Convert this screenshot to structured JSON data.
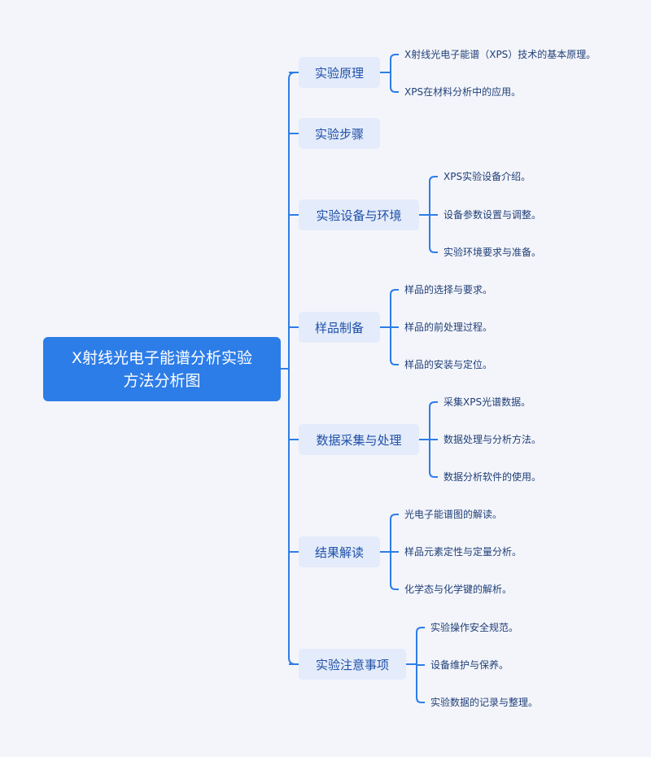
{
  "root": {
    "line1": "X射线光电子能谱分析实验",
    "line2": "方法分析图"
  },
  "branches": [
    {
      "label": "实验原理",
      "children": [
        "X射线光电子能谱（XPS）技术的基本原理。",
        "XPS在材料分析中的应用。"
      ]
    },
    {
      "label": "实验步骤",
      "children": []
    },
    {
      "label": "实验设备与环境",
      "children": [
        "XPS实验设备介绍。",
        "设备参数设置与调整。",
        "实验环境要求与准备。"
      ]
    },
    {
      "label": "样品制备",
      "children": [
        "样品的选择与要求。",
        "样品的前处理过程。",
        "样品的安装与定位。"
      ]
    },
    {
      "label": "数据采集与处理",
      "children": [
        "采集XPS光谱数据。",
        "数据处理与分析方法。",
        "数据分析软件的使用。"
      ]
    },
    {
      "label": "结果解读",
      "children": [
        "光电子能谱图的解读。",
        "样品元素定性与定量分析。",
        "化学态与化学键的解析。"
      ]
    },
    {
      "label": "实验注意事项",
      "children": [
        "实验操作安全规范。",
        "设备维护与保养。",
        "实验数据的记录与整理。"
      ]
    }
  ],
  "colors": {
    "root_bg": "#2d7de8",
    "branch_bg": "#e4ebfa",
    "line": "#2d7de8",
    "branch_text": "#1e50a8",
    "leaf_text": "#1f3f78"
  }
}
